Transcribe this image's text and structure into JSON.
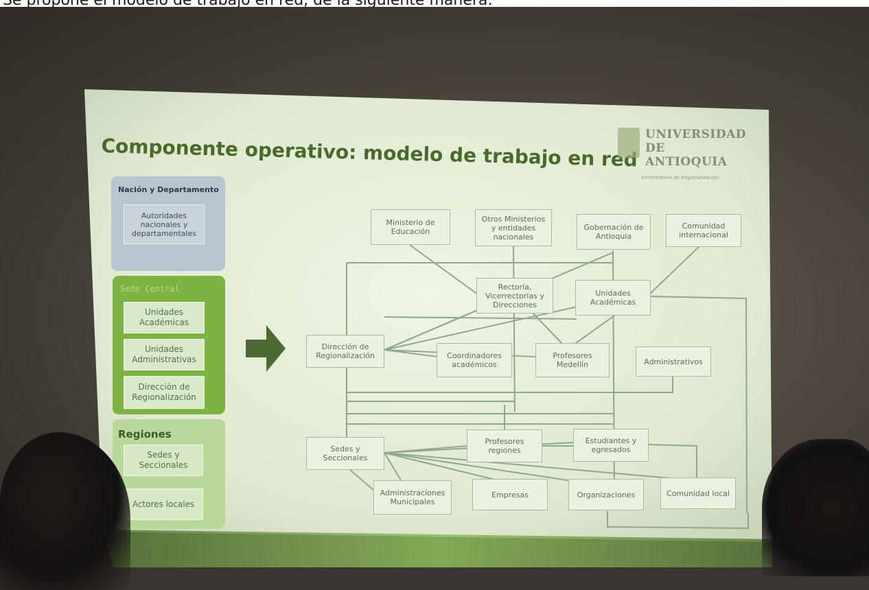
{
  "caption": {
    "text": "Se propone el modelo de trabajo en red, de la siguiente manera:"
  },
  "slide": {
    "title": "Componente operativo: modelo de trabajo en red",
    "logo": {
      "line1": "UNIVERSIDAD",
      "line2": "DE ANTIOQUIA",
      "subline": "Vicerrectoría de Regionalización",
      "icon": "university-seal-icon"
    },
    "colors": {
      "slide_bg": "#e8f0dc",
      "title": "#4a6a2a",
      "blue_panel": "#b8c7cf",
      "green_panel": "#7cb342",
      "light_green_panel": "#b9d99a",
      "lines": "#8fa88c"
    },
    "left_panels": {
      "nacion": {
        "heading": "Nación y Departamento",
        "items": [
          "Autoridades\nnacionales y\ndepartamentales"
        ]
      },
      "sede": {
        "heading": "Sede Central",
        "items": [
          "Unidades\nAcadémicas",
          "Unidades\nAdministrativas",
          "Dirección de\nRegionalización"
        ]
      },
      "regiones": {
        "heading": "Regiones",
        "items": [
          "Sedes y\nSeccionales",
          "Actores locales"
        ]
      }
    },
    "arrow_icon": "right-arrow-icon",
    "nodes": {
      "ministerio": "Ministerio de\nEducación",
      "otros": "Otros Ministerios\ny entidades\nnacionales",
      "gobernacion": "Gobernación de\nAntioquia",
      "comunidad_int": "Comunidad\ninternacional",
      "rectoria": "Rectoría,\nVicerrectorías y\nDirecciones",
      "unidades": "Unidades\nAcadémicas",
      "direccion": "Dirección de\nRegionalización",
      "coordinadores": "Coordinadores\nacadémicos",
      "profesores_med": "Profesores\nMedellín",
      "administrativos": "Administrativos",
      "sedes": "Sedes y\nSeccionales",
      "profesores_reg": "Profesores\nregiones",
      "estudiantes": "Estudiantes y\negresados",
      "admin_mun": "Administraciones\nMunicipales",
      "empresas": "Empresas",
      "organizaciones": "Organizaciones",
      "comunidad_local": "Comunidad local"
    }
  }
}
